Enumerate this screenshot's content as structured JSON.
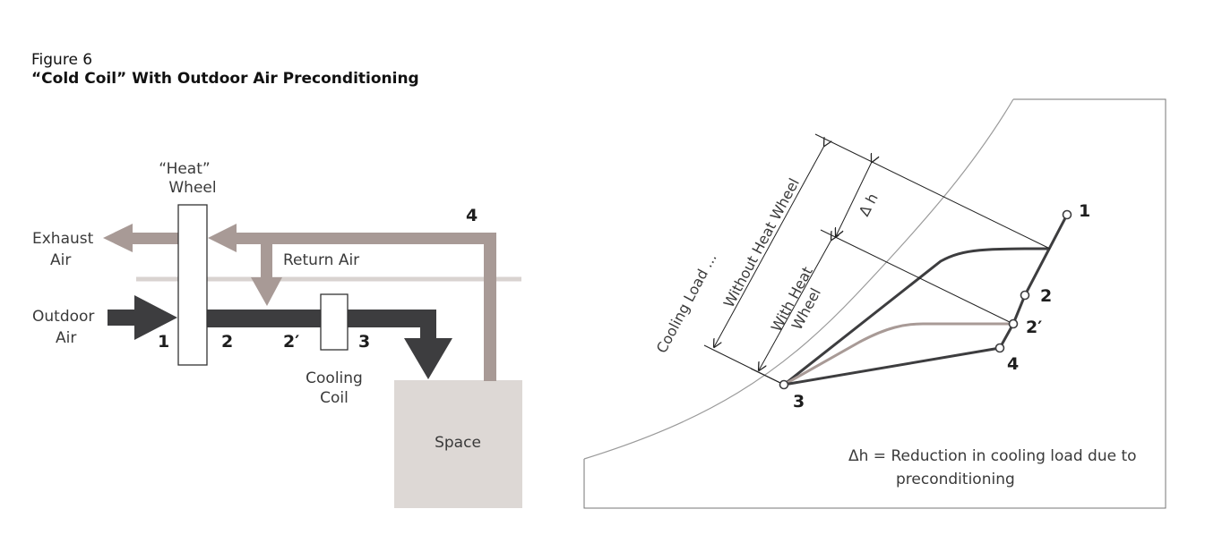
{
  "figure": {
    "number": "Figure 6",
    "title": "“Cold Coil” With Outdoor Air Preconditioning"
  },
  "schematic": {
    "wheel_label_1": "“Heat”",
    "wheel_label_2": "Wheel",
    "exhaust_1": "Exhaust",
    "exhaust_2": "Air",
    "return_air": "Return Air",
    "outdoor_1": "Outdoor",
    "outdoor_2": "Air",
    "coil_1": "Cooling",
    "coil_2": "Coil",
    "space": "Space",
    "points": {
      "p1": "1",
      "p2": "2",
      "p2p": "2′",
      "p3": "3",
      "p4": "4"
    },
    "colors": {
      "dark": "#3d3d3f",
      "return": "#a89a96",
      "space": "#ddd8d5",
      "divider": "#d9d3d0"
    }
  },
  "psychro": {
    "cooling_load": "Cooling Load ...",
    "without_wheel": "Without Heat Wheel",
    "with_wheel_1": "With Heat",
    "with_wheel_2": "Wheel",
    "delta_h": "Δ h",
    "points": {
      "p1": "1",
      "p2": "2",
      "p2p": "2′",
      "p3": "3",
      "p4": "4"
    },
    "note_1": "Δh = Reduction in cooling load due to",
    "note_2": "preconditioning"
  }
}
